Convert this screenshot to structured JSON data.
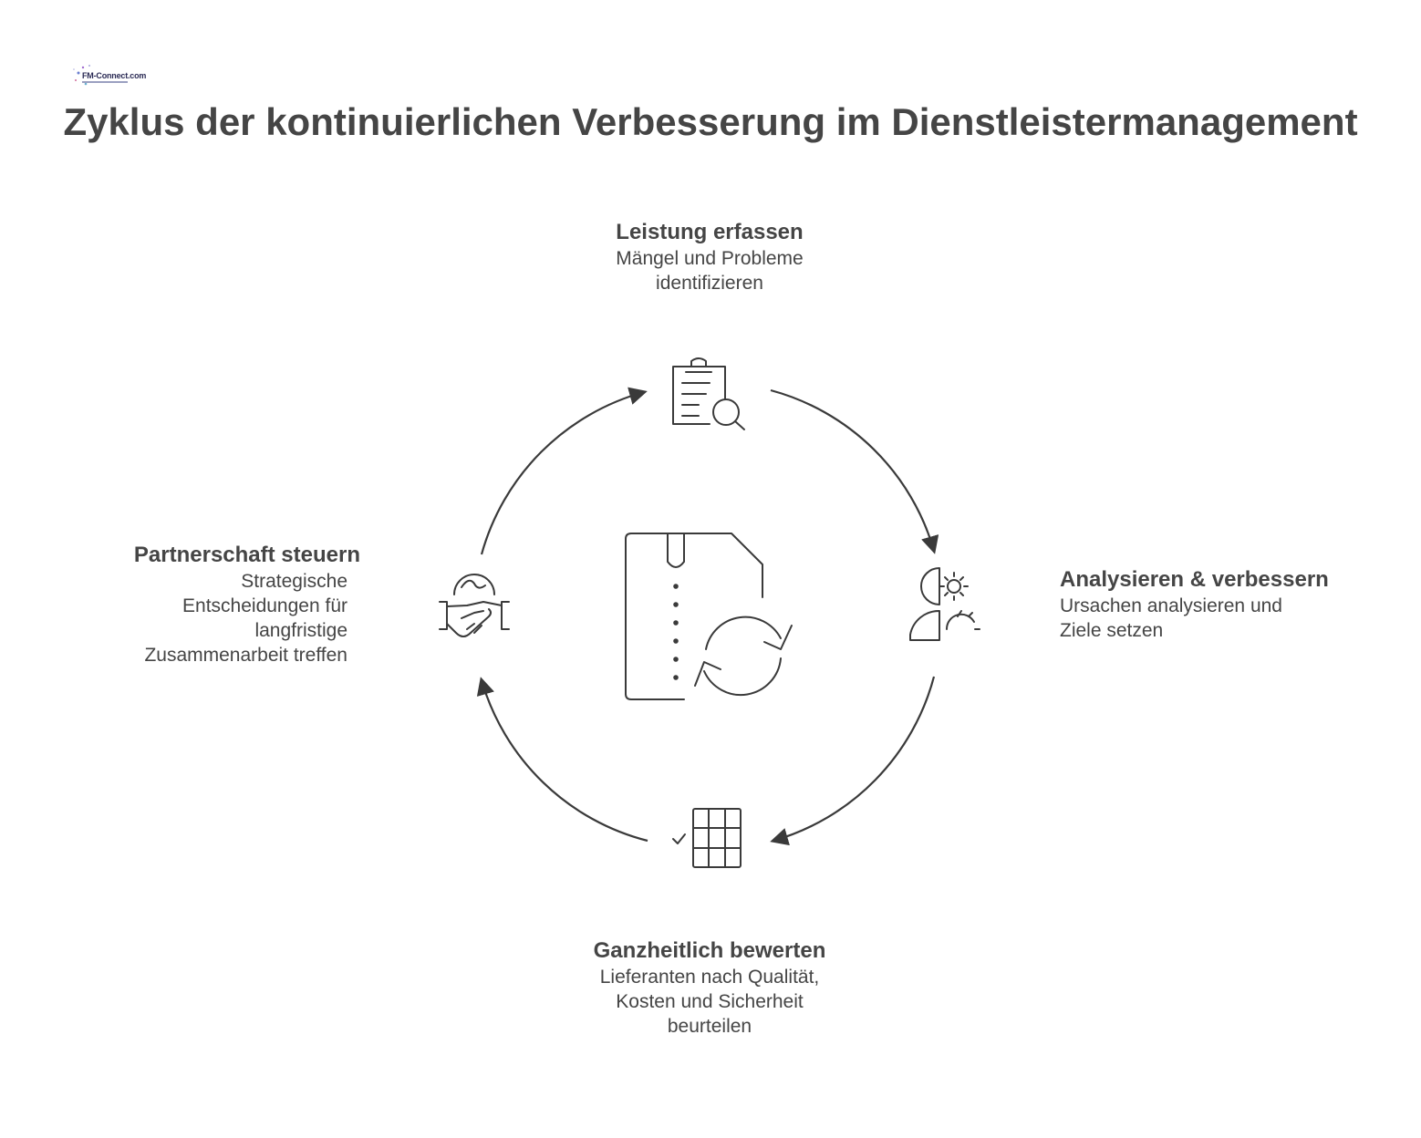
{
  "logo": {
    "text": "FM-Connect.com",
    "icon": "sparkle-logo-icon"
  },
  "title": "Zyklus der kontinuierlichen Verbesserung im Dienstleistermanagement",
  "steps": [
    {
      "id": "top",
      "title": "Leistung erfassen",
      "desc_lines": [
        "Mängel und Probleme",
        "identifizieren"
      ],
      "icon": "clipboard-search-icon"
    },
    {
      "id": "right",
      "title": "Analysieren & verbessern",
      "desc_lines": [
        "Ursachen analysieren und",
        "Ziele setzen"
      ],
      "icon": "person-gear-icon"
    },
    {
      "id": "bottom",
      "title": "Ganzheitlich bewerten",
      "desc_lines": [
        "Lieferanten nach Qualität,",
        "Kosten und Sicherheit",
        "beurteilen"
      ],
      "icon": "checklist-table-icon"
    },
    {
      "id": "left",
      "title": "Partnerschaft steuern",
      "desc_lines": [
        "Strategische",
        "Entscheidungen für",
        "langfristige",
        "Zusammenarbeit treffen"
      ],
      "icon": "handshake-globe-icon"
    }
  ],
  "center_icon": "document-refresh-icon",
  "colors": {
    "text": "#454545",
    "stroke": "#3a3a3a",
    "background": "#ffffff"
  }
}
